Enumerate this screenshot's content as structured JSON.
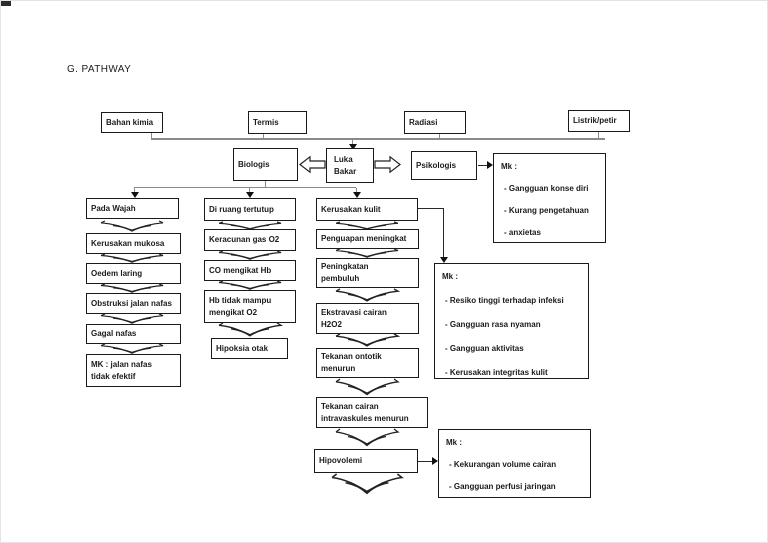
{
  "page": {
    "title": "G. PATHWAY"
  },
  "nodes": {
    "bahan_kimia": "Bahan kimia",
    "termis": "Termis",
    "radiasi": "Radiasi",
    "listrik_petir": "Listrik/petir",
    "biologis": "Biologis",
    "luka_bakar": [
      "Luka",
      "Bakar"
    ],
    "psikologis": "Psikologis",
    "pada_wajah": "Pada Wajah",
    "kerusakan_mukosa": "Kerusakan mukosa",
    "oedem_laring": "Oedem laring",
    "obstruksi_jalan_nafas": "Obstruksi jalan nafas",
    "gagal_nafas": "Gagal nafas",
    "mk_jalan_nafas": [
      "MK : jalan nafas",
      "tidak efektif"
    ],
    "di_ruang_tertutup": "Di ruang tertutup",
    "keracunan_gas": "Keracunan gas O2",
    "co_mengikat_hb": "CO mengikat Hb",
    "hb_tidak_mampu": [
      "Hb tidak mampu",
      "mengikat O2"
    ],
    "hipoksia_otak": "Hipoksia otak",
    "kerusakan_kulit": "Kerusakan kulit",
    "penguapan_meningkat": "Penguapan meningkat",
    "peningkatan_pembuluh": [
      "Peningkatan",
      "pembuluh"
    ],
    "ekstravasi_cairan": [
      "Ekstravasi cairan",
      "H2O2"
    ],
    "tekanan_ontotik": [
      "Tekanan ontotik",
      "menurun"
    ],
    "tekanan_cairan": [
      "Tekanan cairan",
      "intravaskules menurun"
    ],
    "hipovolemi": "Hipovolemi"
  },
  "mk_boxes": {
    "psikologis_mk": {
      "label": "Mk :",
      "items": [
        "- Gangguan konse diri",
        "- Kurang pengetahuan",
        "- anxietas"
      ]
    },
    "kulit_mk": {
      "label": "Mk :",
      "items": [
        "- Resiko tinggi terhadap infeksi",
        "- Gangguan  rasa nyaman",
        "- Gangguan aktivitas",
        "- Kerusakan integritas kulit"
      ]
    },
    "hipovolemi_mk": {
      "label": "Mk :",
      "items": [
        "- Kekurangan volume cairan",
        "- Gangguan perfusi jaringan"
      ]
    }
  },
  "colors": {
    "line": "#8a8a8a",
    "ink": "#1a1a1a"
  }
}
